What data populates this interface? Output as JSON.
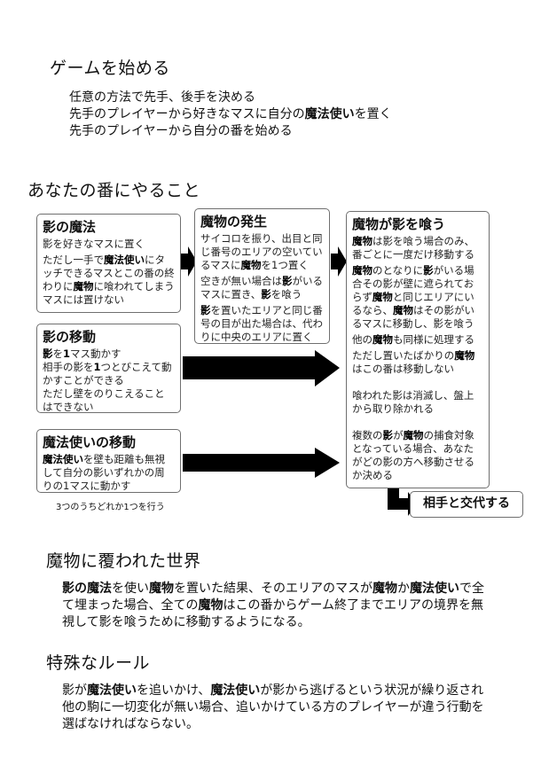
{
  "section_start": {
    "heading": "ゲームを始める",
    "lines": [
      "任意の方法で先手、後手を決める",
      [
        "先手のプレイヤーから好きなマスに自分の",
        {
          "b": "魔法使い"
        },
        "を置く"
      ],
      "先手のプレイヤーから自分の番を始める"
    ]
  },
  "section_turn": {
    "heading": "あなたの番にやること",
    "boxes": {
      "shadow_magic": {
        "title": "影の魔法",
        "paras": [
          [
            "影を好きなマスに置く"
          ],
          [
            "ただし一手で",
            {
              "b": "魔法使い"
            },
            "にタッチできるマスとこの番の終わりに",
            {
              "b": "魔物"
            },
            "に喰われてしまうマスには置けない"
          ]
        ]
      },
      "shadow_move": {
        "title": "影の移動",
        "paras": [
          [
            {
              "b": "影"
            },
            "を",
            {
              "b": "1"
            },
            "マス動かす"
          ],
          [
            "相手の影を",
            {
              "b": "1"
            },
            "つとびこえて動かすことができる"
          ],
          [
            "ただし壁をのりこえることはできない"
          ]
        ]
      },
      "wizard_move": {
        "title": "魔法使いの移動",
        "paras": [
          [
            {
              "b": "魔法使い"
            },
            "を壁も距離も無視して自分の影いずれかの周りの1マスに動かす"
          ]
        ]
      },
      "monster_spawn": {
        "title": "魔物の発生",
        "paras": [
          [
            "サイコロを振り、出目と同じ番号のエリアの空いているマスに",
            {
              "b": "魔物"
            },
            "を1つ置く"
          ],
          [
            "空きが無い場合は",
            {
              "b": "影"
            },
            "がいるマスに置き、",
            {
              "b": "影"
            },
            "を喰う"
          ],
          [
            {
              "b": "影"
            },
            "を置いたエリアと同じ番号の目が出た場合は、代わりに中央のエリアに置く"
          ]
        ]
      },
      "monster_eats": {
        "title": "魔物が影を喰う",
        "paras": [
          [
            {
              "b": "魔物"
            },
            "は影を喰う場合のみ、番ごとに一度だけ移動する"
          ],
          [
            {
              "b": "魔物"
            },
            "のとなりに",
            {
              "b": "影"
            },
            "がいる場合その影が壁に遮られておらず",
            {
              "b": "魔物"
            },
            "と同じエリアにいるなら、",
            {
              "b": "魔物"
            },
            "はその影がいるマスに移動し、影を喰う"
          ],
          [
            "他の",
            {
              "b": "魔物"
            },
            "も同様に処理する"
          ],
          [
            "ただし置いたばかりの",
            {
              "b": "魔物"
            },
            "はこの番は移動しない"
          ],
          [
            "__gap__"
          ],
          [
            "喰われた影は消滅し、盤上から取り除かれる"
          ],
          [
            "__gap__"
          ],
          [
            "複数の",
            {
              "b": "影"
            },
            "が",
            {
              "b": "魔物"
            },
            "の捕食対象となっている場合、あなたがどの影の方へ移動させるか決める"
          ]
        ]
      },
      "end_turn": {
        "label": "相手と交代する"
      }
    },
    "note": "3つのうちどれか1つを行う"
  },
  "section_world": {
    "heading": "魔物に覆われた世界",
    "paragraph": [
      {
        "b": "影の魔法"
      },
      "を使い",
      {
        "b": "魔物"
      },
      "を置いた結果、そのエリアのマスが",
      {
        "b": "魔物"
      },
      "か",
      {
        "b": "魔法使い"
      },
      "で全て埋まった場合、全ての",
      {
        "b": "魔物"
      },
      "はこの番からゲーム終了までエリアの境界を無視して影を喰うために移動するようになる。"
    ]
  },
  "section_special": {
    "heading": "特殊なルール",
    "paragraph": [
      "影が",
      {
        "b": "魔法使い"
      },
      "を追いかけ、",
      {
        "b": "魔法使い"
      },
      "が影から逃げるという状況が繰り返され他の駒に一切変化が無い場合、追いかけている方のプレイヤーが違う行動を選ばなければならない。"
    ]
  },
  "colors": {
    "box_border": "#6f6f6f",
    "arrow": "#000000",
    "text": "#111111"
  }
}
